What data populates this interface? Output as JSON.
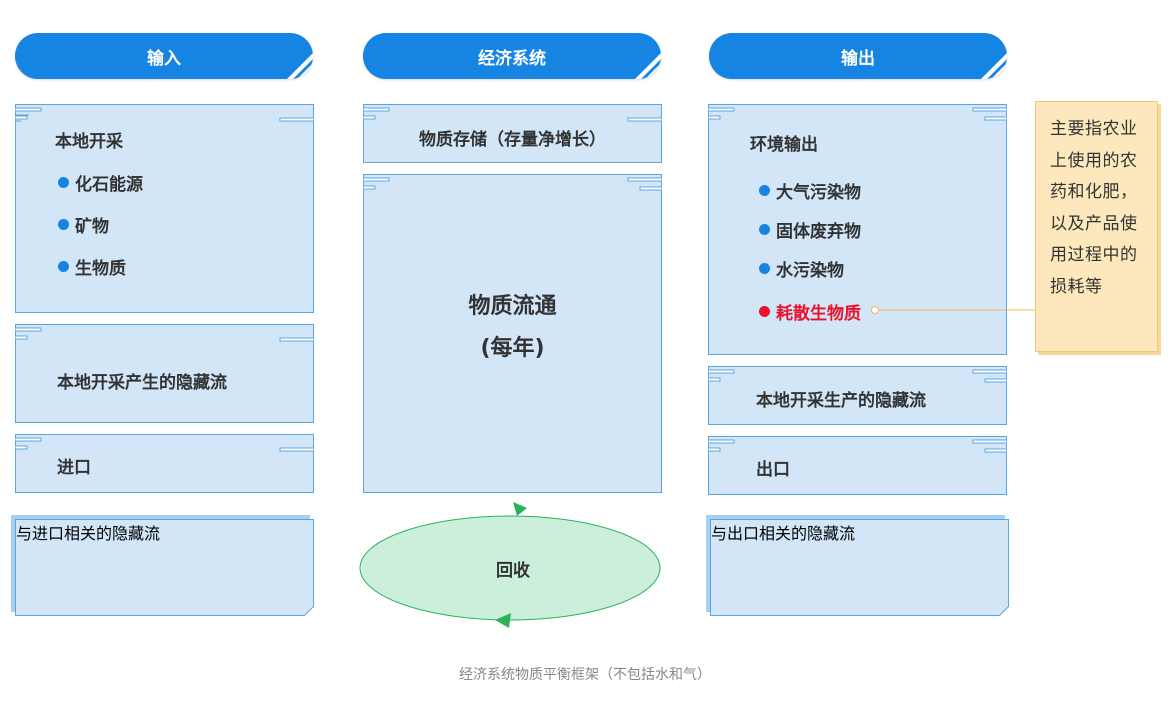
{
  "headers": {
    "input": "输入",
    "economy": "经济系统",
    "output": "输出"
  },
  "input": {
    "local_extraction": {
      "title": "本地开采",
      "items": [
        "化石能源",
        "矿物",
        "生物质"
      ]
    },
    "hidden_flow": "本地开采产生的隐藏流",
    "imports": "进口",
    "import_hidden_flow": "与进口相关的隐藏流"
  },
  "economy": {
    "stock": "物质存储（存量净增长）",
    "throughput_line1": "物质流通",
    "throughput_line2": "(每年)",
    "recycle": "回收"
  },
  "output": {
    "env_output": {
      "title": "环境输出",
      "items": [
        "大气污染物",
        "固体废弃物",
        "水污染物"
      ],
      "highlight": "耗散生物质"
    },
    "hidden_flow": "本地开采生产的隐藏流",
    "exports": "出口",
    "export_hidden_flow": "与出口相关的隐藏流"
  },
  "note": "主要指农业上使用的农药和化肥，以及产品使用过程中的损耗等",
  "caption": "经济系统物质平衡框架（不包括水和气）",
  "colors": {
    "header": "#1584e3",
    "box_fill": "#d2e6f8",
    "box_border": "#5aa6e2",
    "highlight": "#e8122a",
    "ellipse_fill": "#ccefdc",
    "ellipse_stroke": "#2bb35a",
    "note_fill": "#fde8bd"
  }
}
